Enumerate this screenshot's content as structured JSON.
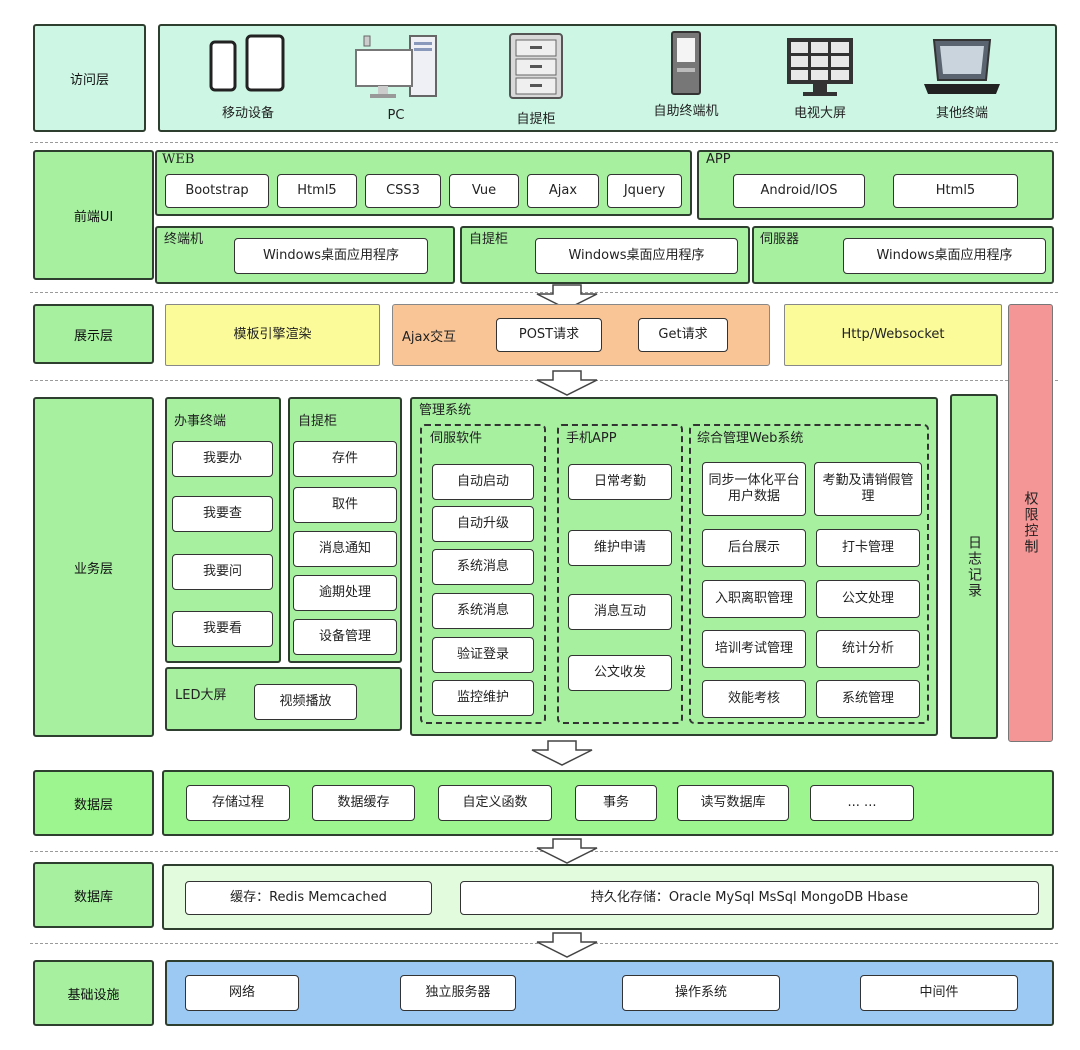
{
  "layers": {
    "access": "访问层",
    "frontend": "前端UI",
    "display": "展示层",
    "business": "业务层",
    "data": "数据层",
    "database": "数据库",
    "infra": "基础设施"
  },
  "access_devices": [
    {
      "label": "移动设备",
      "icon": "mobile-devices-icon"
    },
    {
      "label": "PC",
      "icon": "pc-icon"
    },
    {
      "label": "自提柜",
      "icon": "cabinet-icon"
    },
    {
      "label": "自助终端机",
      "icon": "kiosk-icon"
    },
    {
      "label": "电视大屏",
      "icon": "tv-wall-icon"
    },
    {
      "label": "其他终端",
      "icon": "laptop-icon"
    }
  ],
  "frontend": {
    "web": {
      "title": "WEB",
      "items": [
        "Bootstrap",
        "Html5",
        "CSS3",
        "Vue",
        "Ajax",
        "Jquery"
      ]
    },
    "app": {
      "title": "APP",
      "items": [
        "Android/IOS",
        "Html5"
      ]
    },
    "terminal": {
      "title": "终端机",
      "item": "Windows桌面应用程序"
    },
    "cabinet": {
      "title": "自提柜",
      "item": "Windows桌面应用程序"
    },
    "server": {
      "title": "伺服器",
      "item": "Windows桌面应用程序"
    }
  },
  "display": {
    "template": "模板引擎渲染",
    "ajax": {
      "title": "Ajax交互",
      "items": [
        "POST请求",
        "Get请求"
      ]
    },
    "http": "Http/Websocket"
  },
  "business": {
    "office_terminal": {
      "title": "办事终端",
      "items": [
        "我要办",
        "我要查",
        "我要问",
        "我要看"
      ]
    },
    "cabinet": {
      "title": "自提柜",
      "items": [
        "存件",
        "取件",
        "消息通知",
        "逾期处理",
        "设备管理"
      ]
    },
    "led": {
      "title": "LED大屏",
      "item": "视频播放"
    },
    "mgmt": {
      "title": "管理系统",
      "server_sw": {
        "title": "伺服软件",
        "items": [
          "自动启动",
          "自动升级",
          "系统消息",
          "系统消息",
          "验证登录",
          "监控维护"
        ]
      },
      "mobile_app": {
        "title": "手机APP",
        "items": [
          "日常考勤",
          "维护申请",
          "消息互动",
          "公文收发"
        ]
      },
      "web_sys": {
        "title": "综合管理Web系统",
        "items": [
          "同步一体化平台用户数据",
          "考勤及请销假管理",
          "后台展示",
          "打卡管理",
          "入职离职管理",
          "公文处理",
          "培训考试管理",
          "统计分析",
          "效能考核",
          "系统管理"
        ]
      }
    },
    "log": "日志记录",
    "permission": "权限控制"
  },
  "data_layer": [
    "存储过程",
    "数据缓存",
    "自定义函数",
    "事务",
    "读写数据库",
    "... ..."
  ],
  "database": {
    "cache": "缓存：Redis Memcached",
    "persist": "持久化存储：Oracle MySql MsSql MongoDB Hbase"
  },
  "infra": [
    "网络",
    "独立服务器",
    "操作系统",
    "中间件"
  ],
  "colors": {
    "access": "#cdf7e4",
    "frontend": "#a6f0a0",
    "display_yellow": "#fbfb9a",
    "display_orange": "#f9c596",
    "data": "#9df58f",
    "database": "#e2fbdc",
    "infra": "#9cc8f4",
    "permission": "#f59696"
  }
}
